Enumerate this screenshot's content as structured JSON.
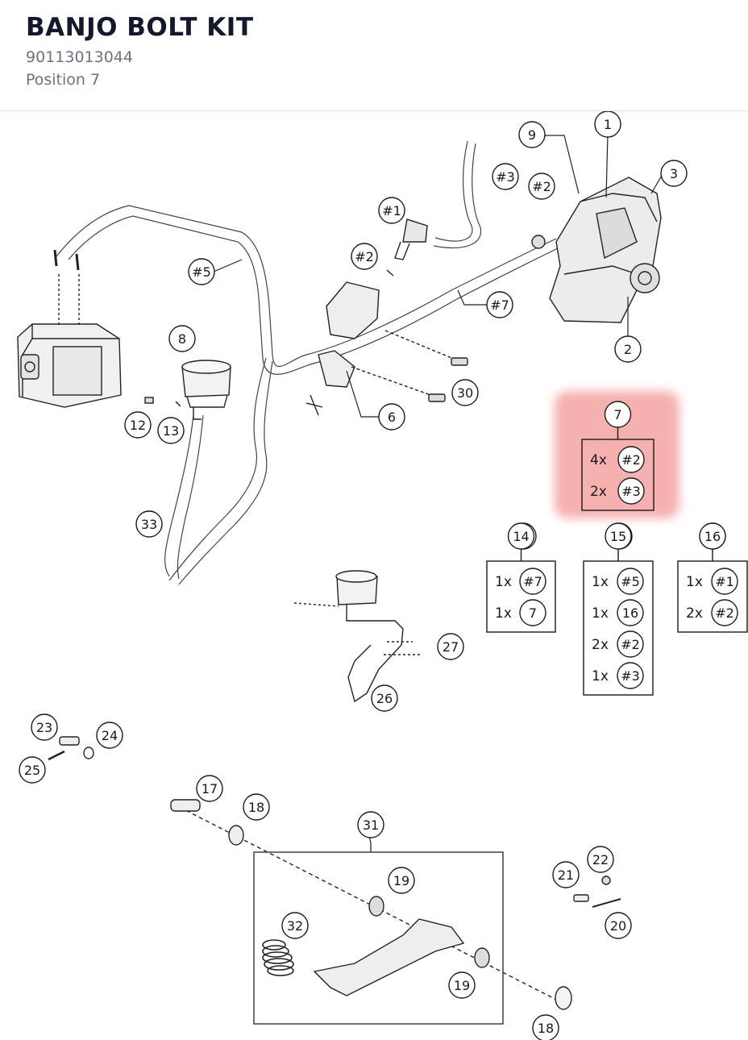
{
  "header": {
    "title": "BANJO BOLT KIT",
    "part_number": "90113013044",
    "position": "Position 7"
  },
  "callouts": [
    "1",
    "2",
    "3",
    "6",
    "8",
    "9",
    "12",
    "13",
    "14",
    "15",
    "16",
    "17",
    "18",
    "18",
    "19",
    "19",
    "20",
    "21",
    "22",
    "23",
    "24",
    "25",
    "26",
    "27",
    "30",
    "31",
    "32",
    "33",
    "#1",
    "#2",
    "#2",
    "#3",
    "#5",
    "#7"
  ],
  "kits": [
    {
      "id": "7",
      "highlighted": true,
      "rows": [
        {
          "qty": "4x",
          "ref": "#2"
        },
        {
          "qty": "2x",
          "ref": "#3"
        }
      ]
    },
    {
      "id": "14",
      "highlighted": false,
      "rows": [
        {
          "qty": "1x",
          "ref": "#7"
        },
        {
          "qty": "1x",
          "ref": "7"
        }
      ]
    },
    {
      "id": "15",
      "highlighted": false,
      "rows": [
        {
          "qty": "1x",
          "ref": "#5"
        },
        {
          "qty": "1x",
          "ref": "16"
        },
        {
          "qty": "2x",
          "ref": "#2"
        },
        {
          "qty": "1x",
          "ref": "#3"
        }
      ]
    },
    {
      "id": "16",
      "highlighted": false,
      "rows": [
        {
          "qty": "1x",
          "ref": "#1"
        },
        {
          "qty": "2x",
          "ref": "#2"
        }
      ]
    }
  ],
  "group_box": {
    "id": "31"
  },
  "colors": {
    "highlight": "#f4a3a3",
    "ink": "#1a1a1a",
    "title": "#14182b",
    "muted": "#6d7180"
  }
}
